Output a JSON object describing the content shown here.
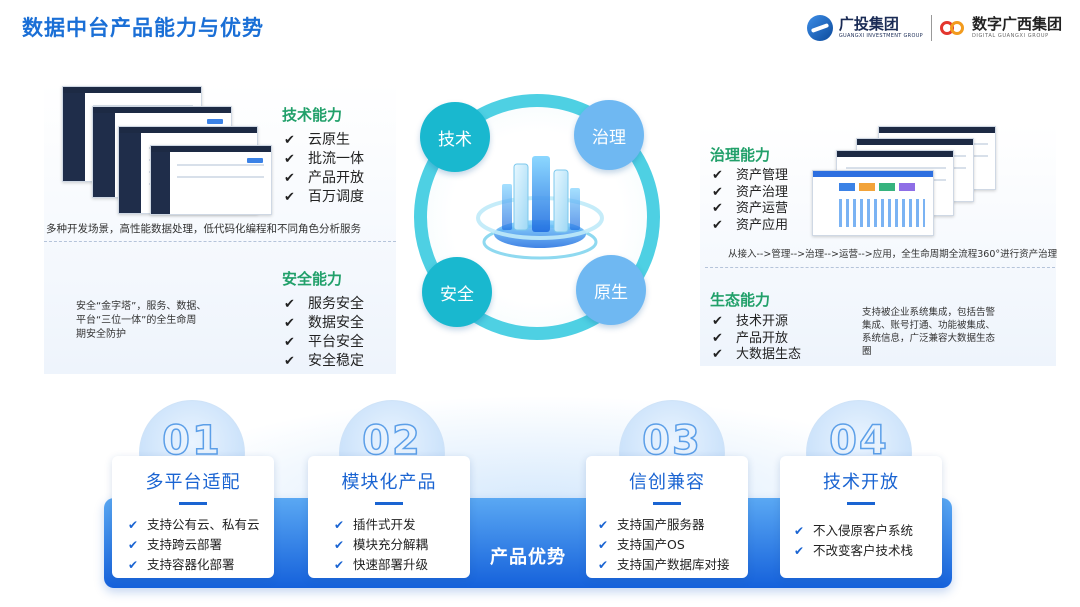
{
  "header": {
    "title": "数据中台产品能力与优势",
    "logo1_cn": "广投集团",
    "logo1_en": "GUANGXI INVESTMENT GROUP",
    "logo2_cn": "数字广西集团",
    "logo2_en": "DIGITAL GUANGXI GROUP"
  },
  "center": {
    "nodes": {
      "tech": "技术",
      "gov": "治理",
      "sec": "安全",
      "native": "原生"
    }
  },
  "tech": {
    "title": "技术能力",
    "items": [
      "云原生",
      "批流一体",
      "产品开放",
      "百万调度"
    ],
    "desc": "多种开发场景，高性能数据处理，低代码化编程和不同角色分析服务"
  },
  "security": {
    "title": "安全能力",
    "items": [
      "服务安全",
      "数据安全",
      "平台安全",
      "安全稳定"
    ],
    "desc": [
      "安全“金字塔”，服务、数据、",
      "平台“三位一体”的全生命周",
      "期安全防护"
    ]
  },
  "governance": {
    "title": "治理能力",
    "items": [
      "资产管理",
      "资产治理",
      "资产运营",
      "资产应用"
    ],
    "flow": "从接入-->管理-->治理-->运营-->应用，全生命周期全流程360°进行资产治理"
  },
  "ecosystem": {
    "title": "生态能力",
    "items": [
      "技术开源",
      "产品开放",
      "大数据生态"
    ],
    "desc": [
      "支持被企业系统集成，包括告警",
      "集成、账号打通、功能被集成、",
      "系统信息，广泛兼容大数据生态",
      "圈"
    ]
  },
  "advantages": {
    "label": "产品优势",
    "cards": [
      {
        "num": "01",
        "title": "多平台适配",
        "items": [
          "支持公有云、私有云",
          "支持跨云部署",
          "支持容器化部署"
        ]
      },
      {
        "num": "02",
        "title": "模块化产品",
        "items": [
          "插件式开发",
          "模块充分解耦",
          "快速部署升级"
        ]
      },
      {
        "num": "03",
        "title": "信创兼容",
        "items": [
          "支持国产服务器",
          "支持国产OS",
          "支持国产数据库对接"
        ]
      },
      {
        "num": "04",
        "title": "技术开放",
        "items": [
          "不入侵原客户系统",
          "不改变客户技术栈"
        ]
      }
    ]
  },
  "icons": {
    "check": "✔",
    "blue_check": "✔"
  },
  "colors": {
    "title_blue": "#1a6fd6",
    "cap_green": "#21a06a",
    "ring_cyan": "#4ed0e3",
    "card_blue": "#1a64d2"
  }
}
